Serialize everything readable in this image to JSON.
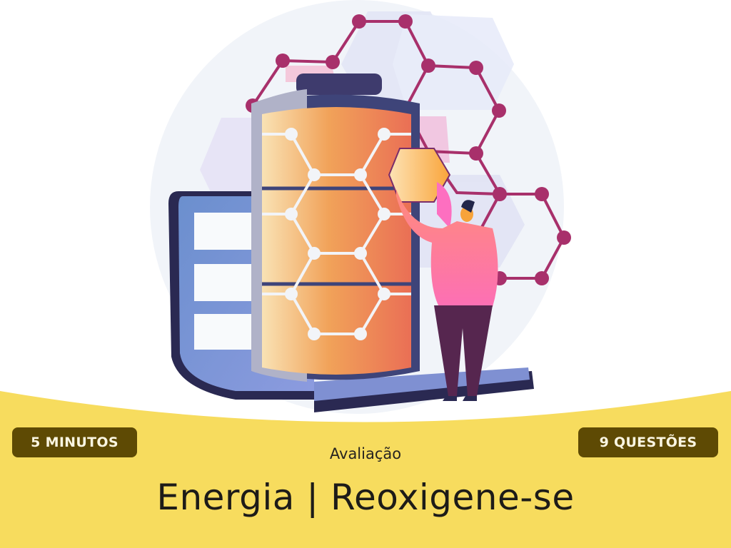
{
  "colors": {
    "band_yellow": "#f7dc5e",
    "badge_bg": "#5e4a04",
    "badge_text": "#fbf6e2",
    "title_text": "#1d1b18",
    "molecule": "#a8306b",
    "battery_orange": "#ee8a4c",
    "laptop_blue": "#7c91d3",
    "laptop_dark": "#2a2952"
  },
  "illustration": {
    "icon": "battery-molecule-illustration",
    "elements": [
      "laptop",
      "battery-cylinder",
      "hexagon-molecule-network",
      "person-holding-hexagon"
    ]
  },
  "badges": {
    "duration": "5 MINUTOS",
    "questions": "9 QUESTÕES"
  },
  "header": {
    "subtitle": "Avaliação",
    "title": "Energia | Reoxigene-se"
  }
}
